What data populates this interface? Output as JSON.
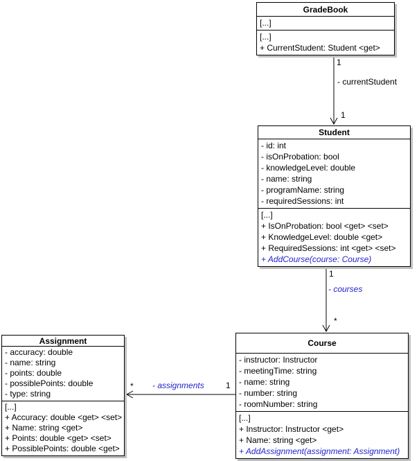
{
  "classes": [
    {
      "name": "GradeBook",
      "sections": [
        {
          "rows": [
            "[...]"
          ]
        },
        {
          "rows": [
            "[...]",
            "+ CurrentStudent: Student <get>"
          ]
        }
      ]
    },
    {
      "name": "Student",
      "sections": [
        {
          "rows": [
            "- id: int",
            "- isOnProbation: bool",
            "- knowledgeLevel: double",
            "- name: string",
            "- programName: string",
            "- requiredSessions: int"
          ]
        },
        {
          "rows": [
            "[...]",
            "+ IsOnProbation: bool <get> <set>",
            "+ KnowledgeLevel: double <get>",
            "+ RequiredSessions: int <get> <set>",
            "+ AddCourse(course: Course)"
          ]
        }
      ]
    },
    {
      "name": "Course",
      "sections": [
        {
          "rows": [
            "- instructor: Instructor",
            "- meetingTime: string",
            "- name: string",
            "- number: string",
            "- roomNumber: string"
          ]
        },
        {
          "rows": [
            "[...]",
            "+ Instructor: Instructor <get>",
            "+ Name: string <get>",
            "+ AddAssignment(assignment: Assignment)"
          ]
        }
      ]
    },
    {
      "name": "Assignment",
      "sections": [
        {
          "rows": [
            "- accuracy: double",
            "- name: string",
            "- points: double",
            "- possiblePoints: double",
            "- type: string"
          ]
        },
        {
          "rows": [
            "[...]",
            "+ Accuracy: double <get> <set>",
            "+ Name: string <get>",
            "+ Points: double <get> <set>",
            "+ PossiblePoints: double <get>"
          ]
        }
      ]
    }
  ],
  "associations": [
    {
      "from": "GradeBook",
      "to": "Student",
      "label": "- currentStudent",
      "source_mult": "1",
      "target_mult": "1"
    },
    {
      "from": "Student",
      "to": "Course",
      "label": "- courses",
      "source_mult": "1",
      "target_mult": "*"
    },
    {
      "from": "Course",
      "to": "Assignment",
      "label": "- assignments",
      "source_mult": "1",
      "target_mult": "*"
    }
  ],
  "colors": {
    "emphasis_blue": "#2222cc",
    "box_border": "#000000",
    "box_fill": "#ffffff",
    "shadow_gray": "#c0c0c0",
    "text": "#000000",
    "background": "#ffffff"
  }
}
